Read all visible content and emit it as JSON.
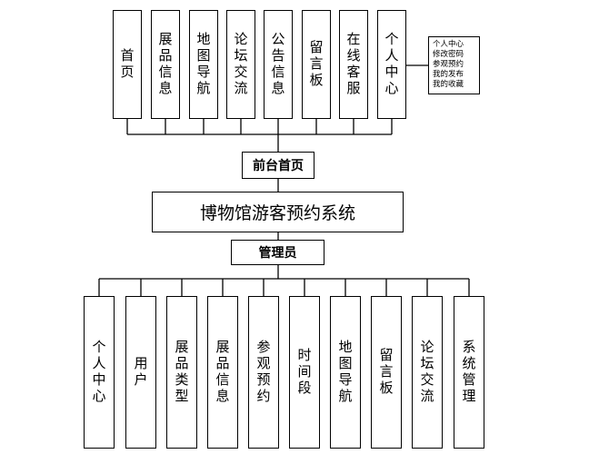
{
  "title": "博物馆游客预约系统",
  "front": {
    "label": "前台首页",
    "modules": [
      "首页",
      "展品信息",
      "地图导航",
      "论坛交流",
      "公告信息",
      "留言板",
      "在线客服",
      "个人中心"
    ],
    "note": [
      "个人中心",
      "修改密码",
      "参观预约",
      "我的发布",
      "我的收藏"
    ]
  },
  "admin": {
    "label": "管理员",
    "modules": [
      "个人中心",
      "用户",
      "展品类型",
      "展品信息",
      "参观预约",
      "时间段",
      "地图导航",
      "留言板",
      "论坛交流",
      "系统管理"
    ]
  }
}
